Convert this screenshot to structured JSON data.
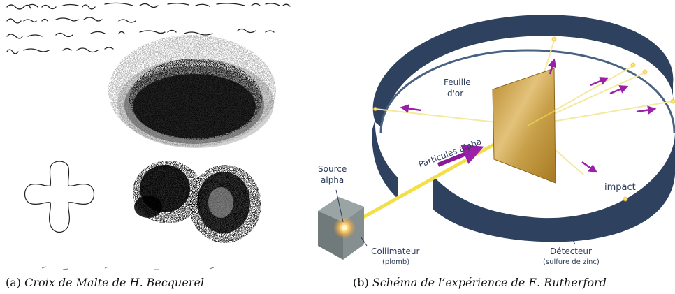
{
  "panel_a": {
    "caption_tag": "(a)",
    "caption_text": "Croix de Malte de H. Becquerel"
  },
  "panel_b": {
    "caption_tag": "(b)",
    "caption_text": "Schéma de l’expérience de E. Rutherford",
    "labels": {
      "foil_line1": "Feuille",
      "foil_line2": "d'or",
      "particles": "Particules alpha",
      "source_line1": "Source",
      "source_line2": "alpha",
      "collimator_line1": "Collimateur",
      "collimator_line2": "(plomb)",
      "impact": "impact",
      "detector_line1": "Détecteur",
      "detector_line2": "(sulfure de zinc)"
    }
  },
  "colors": {
    "ring": "#2e4260",
    "ring_inner": "#4a6282",
    "beam": "#f2e04a",
    "arrow": "#9b1fa8",
    "gold": "#c89a3a",
    "label": "#2e3e5c"
  }
}
